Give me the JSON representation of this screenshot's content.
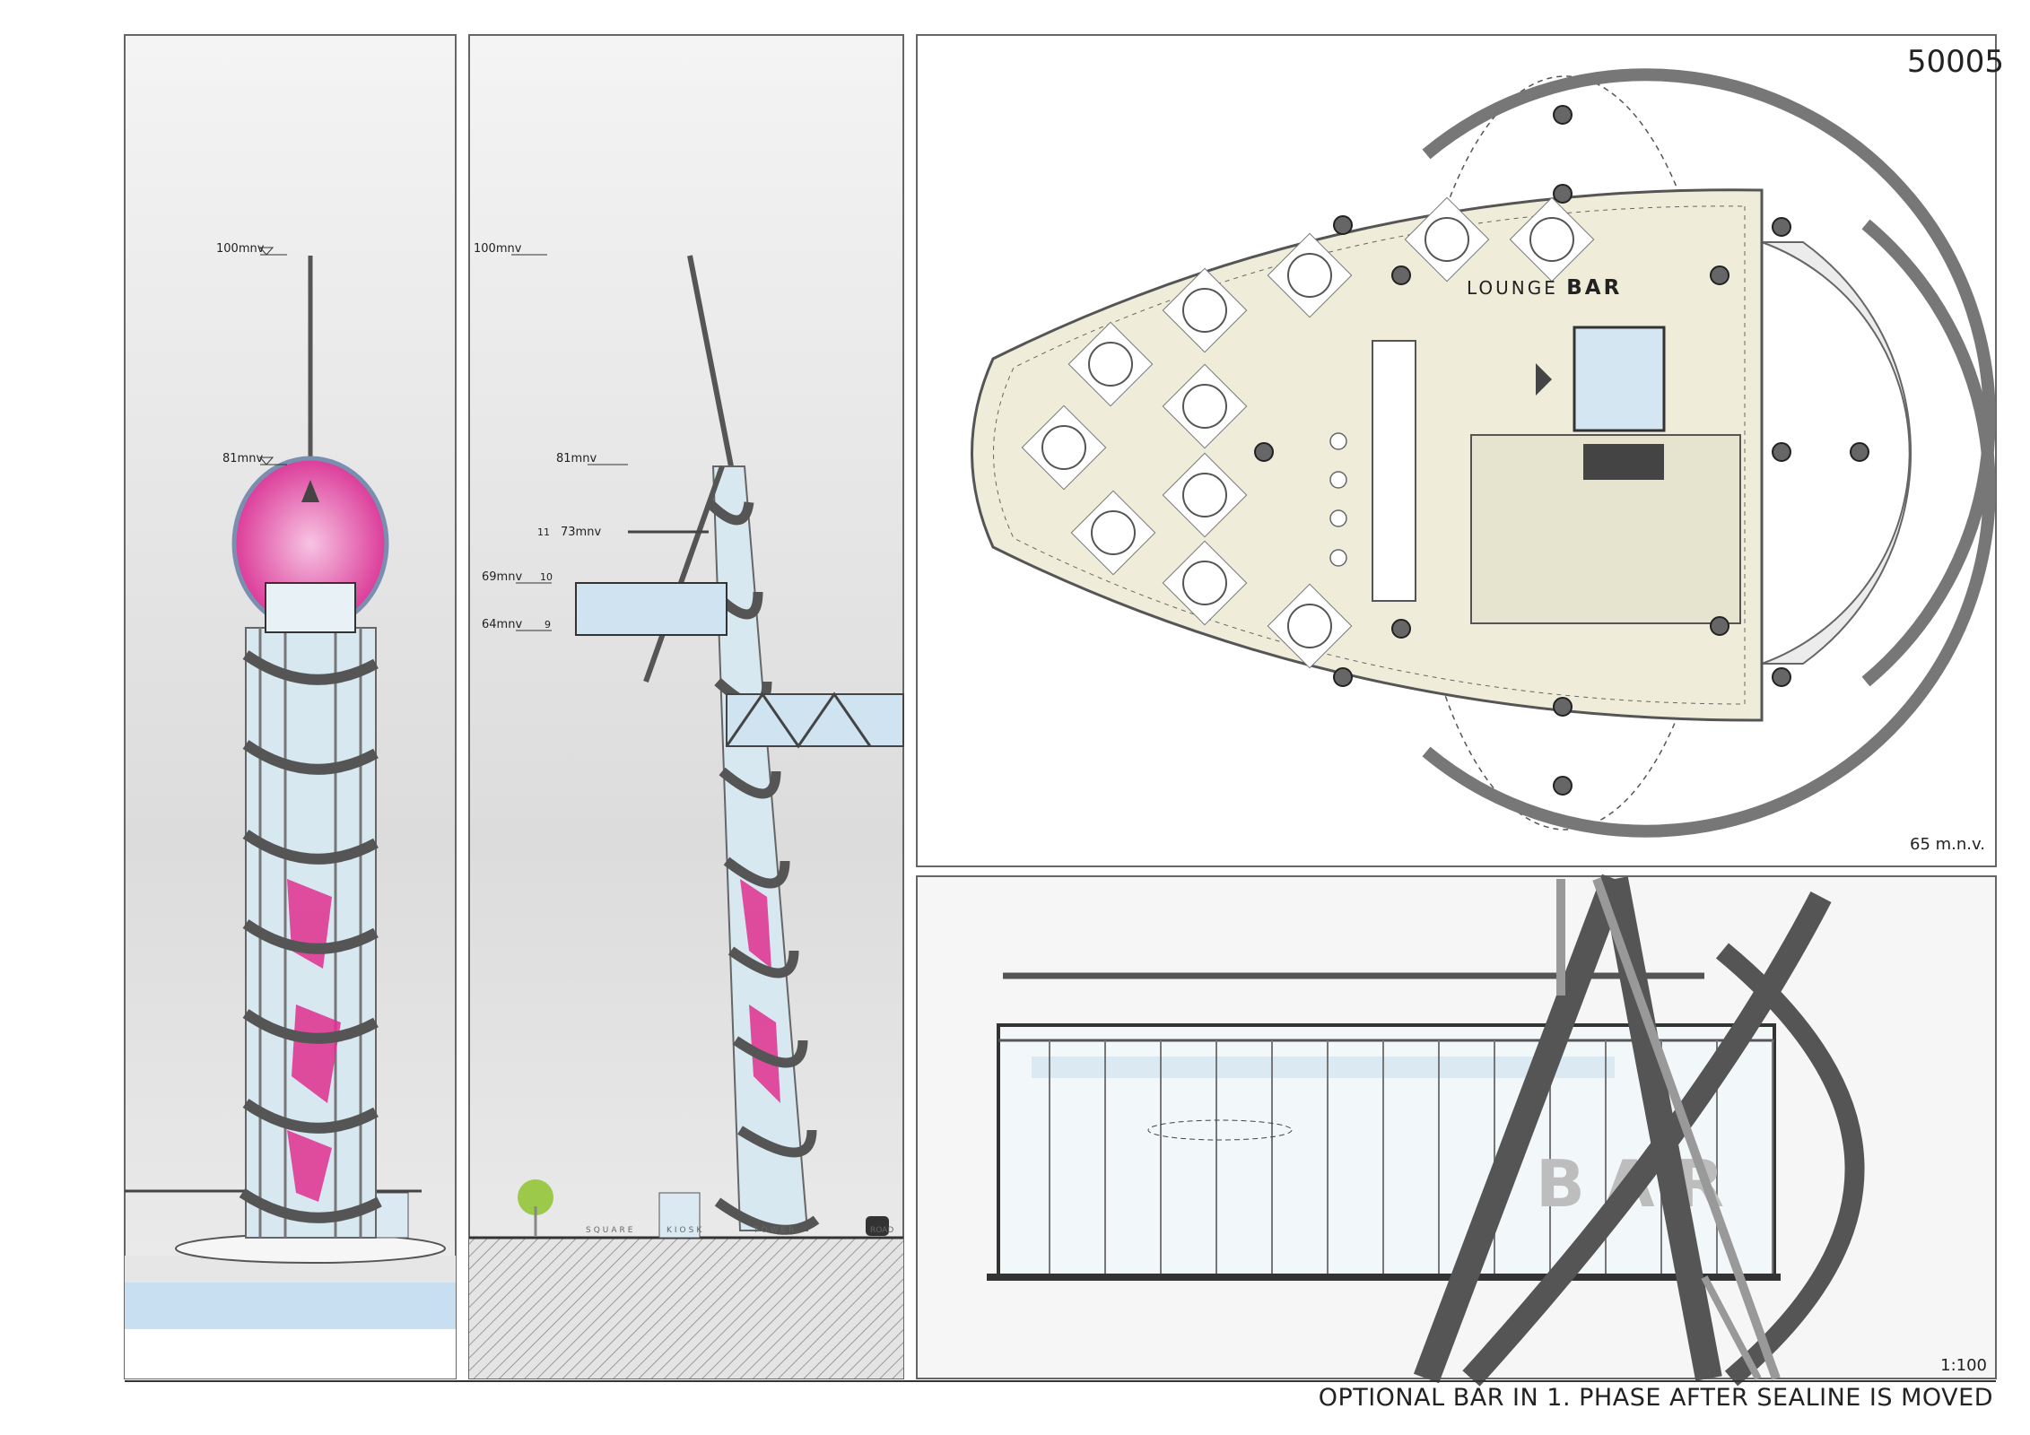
{
  "sheet": {
    "number": "50005",
    "caption": "OPTIONAL BAR IN 1. PHASE AFTER SEALINE IS MOVED",
    "accent_color": "#e0308f",
    "plan_fill_color": "#efedd9"
  },
  "elevation_front": {
    "levels": [
      "100mnv",
      "81mnv"
    ]
  },
  "section_side": {
    "levels": [
      {
        "label": "100mnv",
        "floor": ""
      },
      {
        "label": "81mnv",
        "floor": ""
      },
      {
        "label": "73mnv",
        "floor": "11"
      },
      {
        "label": "69mnv",
        "floor": "10"
      },
      {
        "label": "64mnv",
        "floor": "9"
      }
    ],
    "ground_labels": [
      "SQUARE",
      "KIOSK",
      "TOWER",
      "ROAD"
    ]
  },
  "plan": {
    "title_light": "LOUNGE",
    "title_bold": "BAR",
    "level": "65 m.n.v."
  },
  "bar_section": {
    "sign": "BAR",
    "scale": "1:100"
  }
}
